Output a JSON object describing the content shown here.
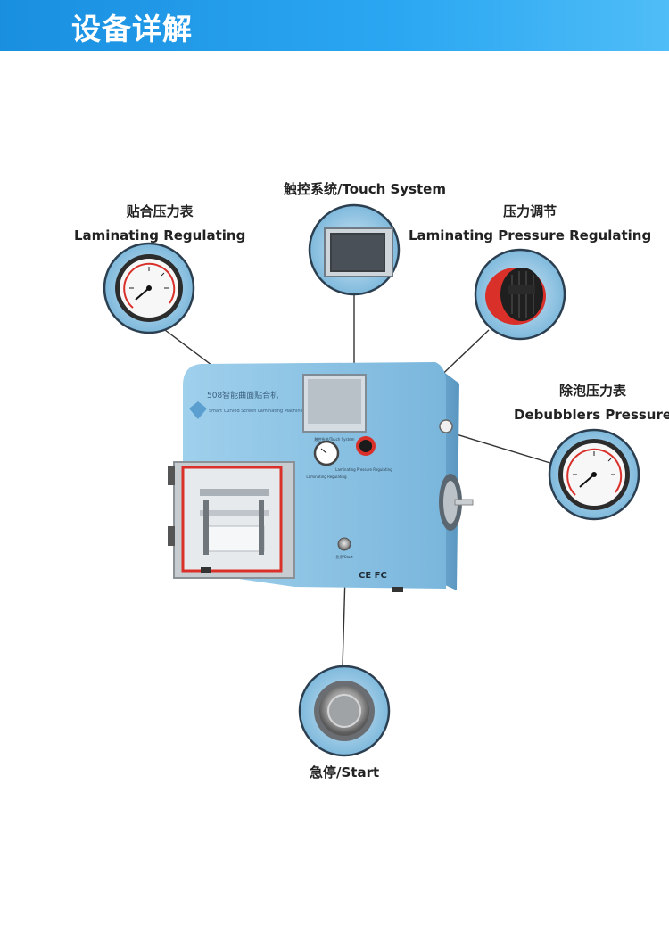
{
  "header": {
    "title": "设备详解"
  },
  "callouts": {
    "touch": {
      "text": "触控系统/Touch System"
    },
    "laminating": {
      "cn": "贴合压力表",
      "en": "Laminating Regulating"
    },
    "pressure": {
      "cn": "压力调节",
      "en": "Laminating Pressure Regulating"
    },
    "debubbler": {
      "cn": "除泡压力表",
      "en": "Debubblers Pressure"
    },
    "start": {
      "text": "急停/Start"
    }
  },
  "machine": {
    "model_title": "508智能曲面贴合机",
    "model_subtitle": "Smart Curved Screen Laminating Machine",
    "panel_touch": "触控系统/Touch System",
    "panel_gauge": "Laminating Regulating",
    "panel_regulator": "Laminating Pressure Regulating",
    "panel_start": "急停/Start",
    "cert": "CE FC"
  },
  "colors": {
    "header": "#2ba7f2",
    "body": "#8ec6e6",
    "accent_red": "#d9302a"
  }
}
